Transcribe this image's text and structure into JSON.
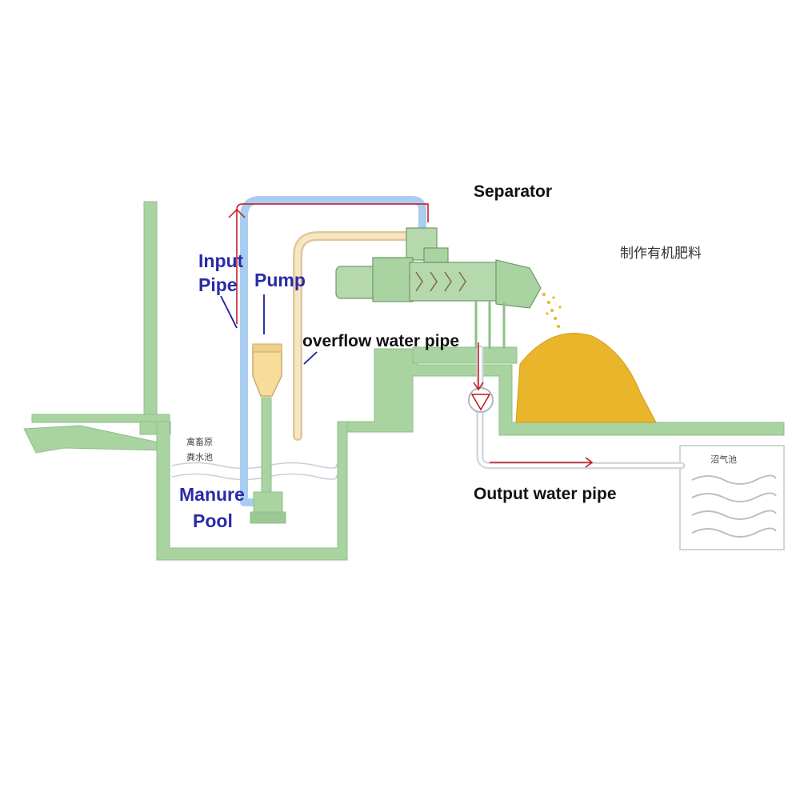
{
  "labels": {
    "separator": "Separator",
    "organic_fertilizer_cn": "制作有机肥料",
    "input_pipe_line1": "Input",
    "input_pipe_line2": "Pipe",
    "pump": "Pump",
    "overflow_pipe": "overflow water pipe",
    "manure_pool_line1": "Manure",
    "manure_pool_line2": "Pool",
    "manure_pool_cn_line1": "禽畜原",
    "manure_pool_cn_line2": "粪水池",
    "output_pipe": "Output water pipe",
    "biogas_pool_cn": "沼气池"
  },
  "colors": {
    "wall_green": "#a9d3a1",
    "wall_green_dark": "#8fbf87",
    "input_pipe_blue": "#a9cdf0",
    "flow_arrow_red": "#c0141b",
    "overflow_pipe_beige": "#f2dcb0",
    "fertilizer_pile": "#e9b52a",
    "label_blue": "#2a2aa8",
    "pump_body": "#f6dd9a"
  }
}
